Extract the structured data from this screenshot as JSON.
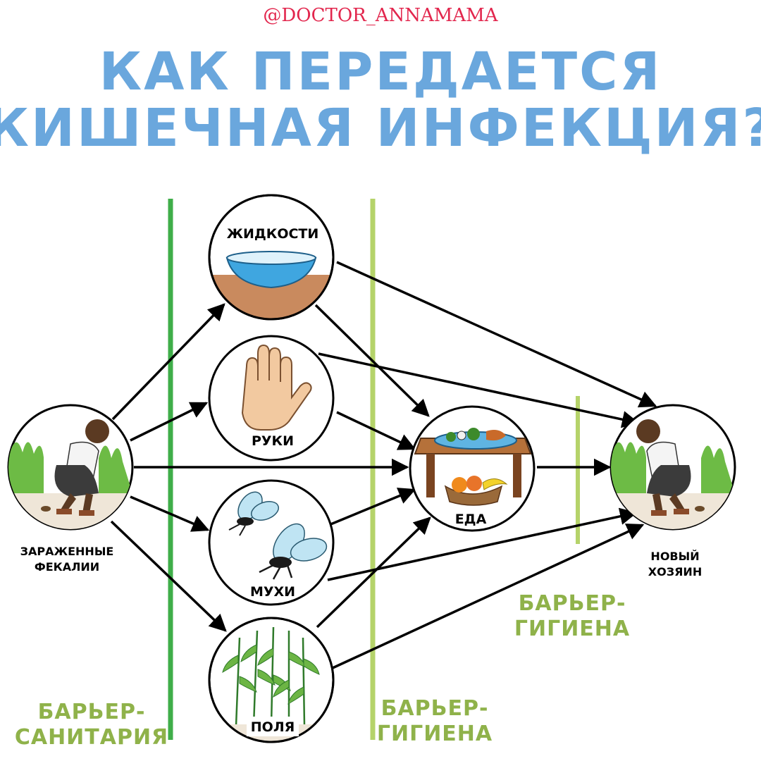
{
  "header": {
    "handle": "@DOCTOR_ANNAMAMA",
    "title_line1": "КАК ПЕРЕДАЕТСЯ",
    "title_line2": "КИШЕЧНАЯ ИНФЕКЦИЯ?"
  },
  "nodes": {
    "source": {
      "label_line1": "ЗАРАЖЕННЫЕ",
      "label_line2": "ФЕКАЛИИ",
      "icon": "squatting-person-icon"
    },
    "liquids": {
      "label": "ЖИДКОСТИ",
      "icon": "water-bowl-icon"
    },
    "hands": {
      "label": "РУКИ",
      "icon": "hand-icon"
    },
    "flies": {
      "label": "МУХИ",
      "icon": "fly-icon"
    },
    "fields": {
      "label": "ПОЛЯ",
      "icon": "corn-field-icon"
    },
    "food": {
      "label": "ЕДА",
      "icon": "food-table-icon"
    },
    "host": {
      "label_line1": "НОВЫЙ",
      "label_line2": "ХОЗЯИН",
      "icon": "squatting-person-icon"
    }
  },
  "barriers": {
    "sanitation": {
      "line1": "БАРЬЕР-",
      "line2": "САНИТАРИЯ",
      "color": "#3fae49"
    },
    "hygiene_bottom": {
      "line1": "БАРЬЕР-",
      "line2": "ГИГИЕНА",
      "color": "#b5d36a"
    },
    "hygiene_right": {
      "line1": "БАРЬЕР-",
      "line2": "ГИГИЕНА",
      "color": "#b5d36a"
    }
  },
  "colors": {
    "title": "#6aa7dd",
    "handle": "#e2264d",
    "barrier_text": "#8fb24a"
  }
}
